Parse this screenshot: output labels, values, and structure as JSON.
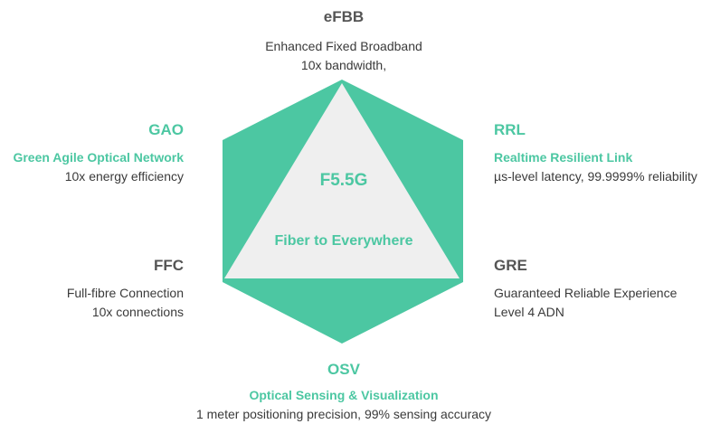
{
  "colors": {
    "accent": "#4cc7a2",
    "hexagon": "#4cc7a2",
    "triangle": "#efefef",
    "divider": "#e8a37a",
    "text": "#3a3a3a",
    "heading": "#555555"
  },
  "center": {
    "title": "F5.5G",
    "subtitle": "Fiber to Everywhere"
  },
  "efbb": {
    "abbr": "eFBB",
    "name": "Enhanced Fixed Broadband",
    "detail": "10x bandwidth,"
  },
  "gao": {
    "abbr": "GAO",
    "name": "Green Agile Optical Network",
    "detail": "10x energy efficiency"
  },
  "rrl": {
    "abbr": "RRL",
    "name": "Realtime Resilient Link",
    "detail": "µs-level latency, 99.9999% reliability"
  },
  "ffc": {
    "abbr": "FFC",
    "name": "Full-fibre Connection",
    "detail": "10x connections"
  },
  "gre": {
    "abbr": "GRE",
    "name": "Guaranteed Reliable Experience",
    "detail": "Level 4 ADN"
  },
  "osv": {
    "abbr": "OSV",
    "name": "Optical Sensing & Visualization",
    "detail": "1 meter positioning precision, 99% sensing accuracy"
  }
}
